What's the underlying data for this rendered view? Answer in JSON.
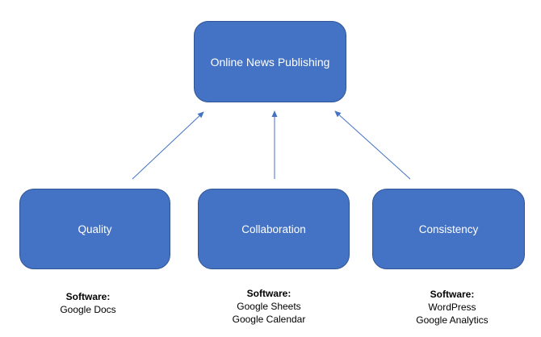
{
  "diagram": {
    "top_node": {
      "label": "Online News Publishing"
    },
    "nodes": [
      {
        "label": "Quality",
        "software_heading": "Software:",
        "software": [
          "Google Docs"
        ]
      },
      {
        "label": "Collaboration",
        "software_heading": "Software:",
        "software": [
          "Google Sheets",
          "Google Calendar"
        ]
      },
      {
        "label": "Consistency",
        "software_heading": "Software:",
        "software": [
          "WordPress",
          "Google Analytics"
        ]
      }
    ],
    "colors": {
      "box_fill": "#4472c4",
      "box_border": "#2f5597",
      "arrow": "#4472c4",
      "text": "#ffffff"
    }
  }
}
